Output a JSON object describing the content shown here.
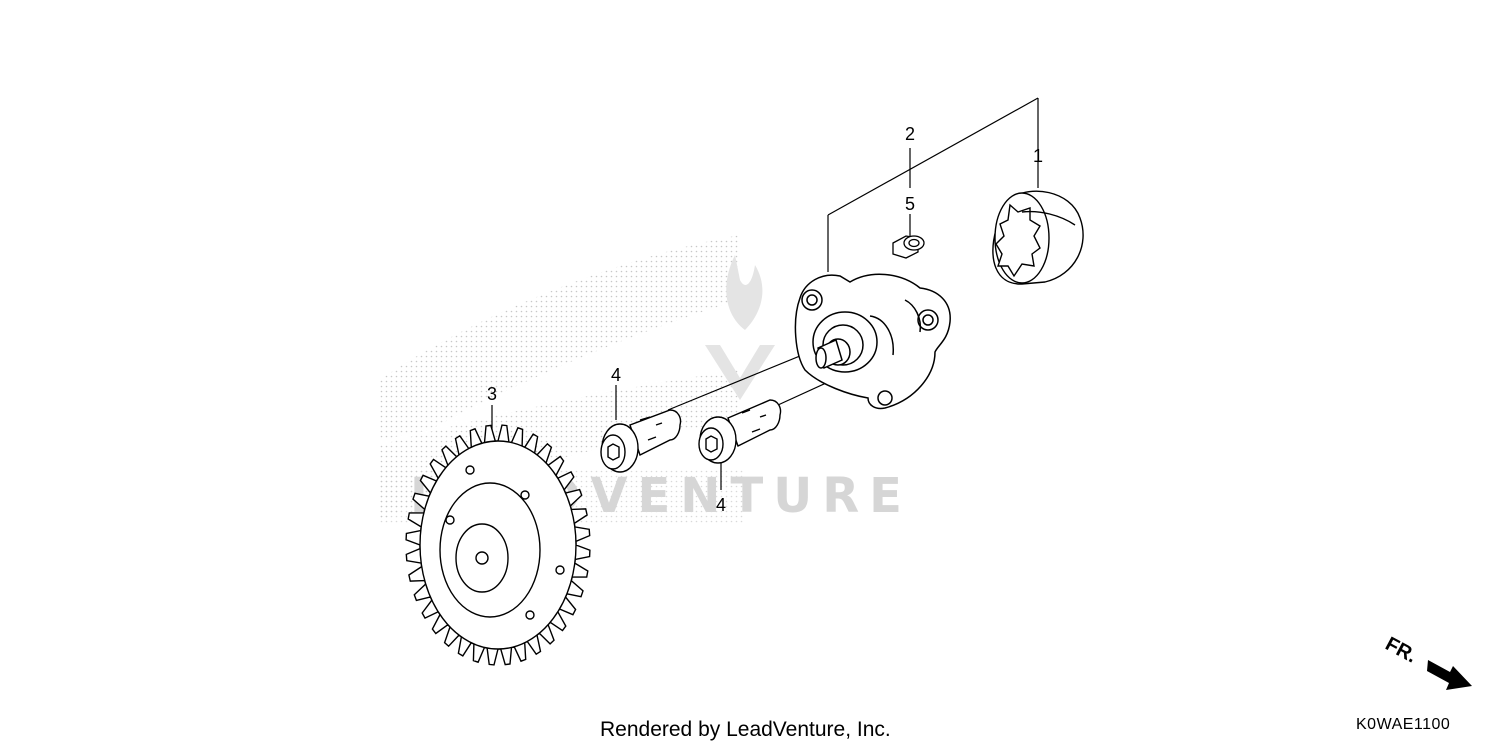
{
  "diagram": {
    "callouts": {
      "part_1": "1",
      "part_2": "2",
      "part_3": "3",
      "part_4a": "4",
      "part_4b": "4",
      "part_5": "5"
    },
    "direction_label": "FR.",
    "diagram_code": "K0WAE1100"
  },
  "watermark": {
    "text": "LEADVENTURE"
  },
  "footer": {
    "rendered_by": "Rendered by LeadVenture, Inc."
  },
  "colors": {
    "line": "#000000",
    "watermark": "#d6d6d6"
  }
}
